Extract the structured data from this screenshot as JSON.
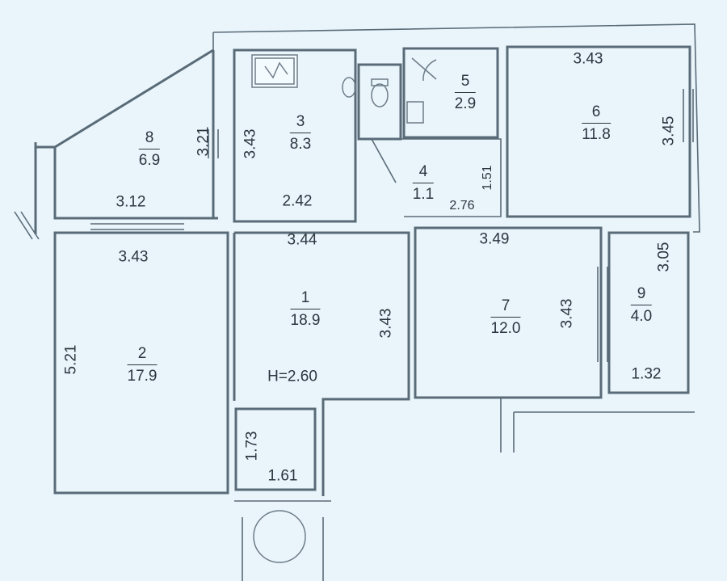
{
  "rooms": [
    {
      "number": "1",
      "area": "18.9"
    },
    {
      "number": "2",
      "area": "17.9"
    },
    {
      "number": "3",
      "area": "8.3"
    },
    {
      "number": "4",
      "area": "1.1"
    },
    {
      "number": "5",
      "area": "2.9"
    },
    {
      "number": "6",
      "area": "11.8"
    },
    {
      "number": "7",
      "area": "12.0"
    },
    {
      "number": "8",
      "area": "6.9"
    },
    {
      "number": "9",
      "area": "4.0"
    }
  ],
  "dimensions": {
    "d_343_room6_top": "3.43",
    "d_345_room6_right": "3.45",
    "d_151": "1.51",
    "d_276": "2.76",
    "d_343_room3_left": "3.43",
    "d_242": "2.42",
    "d_321": "3.21",
    "d_312": "3.12",
    "d_343_room2_top": "3.43",
    "d_344": "3.44",
    "d_349": "3.49",
    "d_305": "3.05",
    "d_343_room1_right": "3.43",
    "d_343_room7_right": "3.43",
    "d_521": "5.21",
    "d_132": "1.32",
    "d_173": "1.73",
    "d_161": "1.61",
    "ceiling": "H=2.60"
  }
}
